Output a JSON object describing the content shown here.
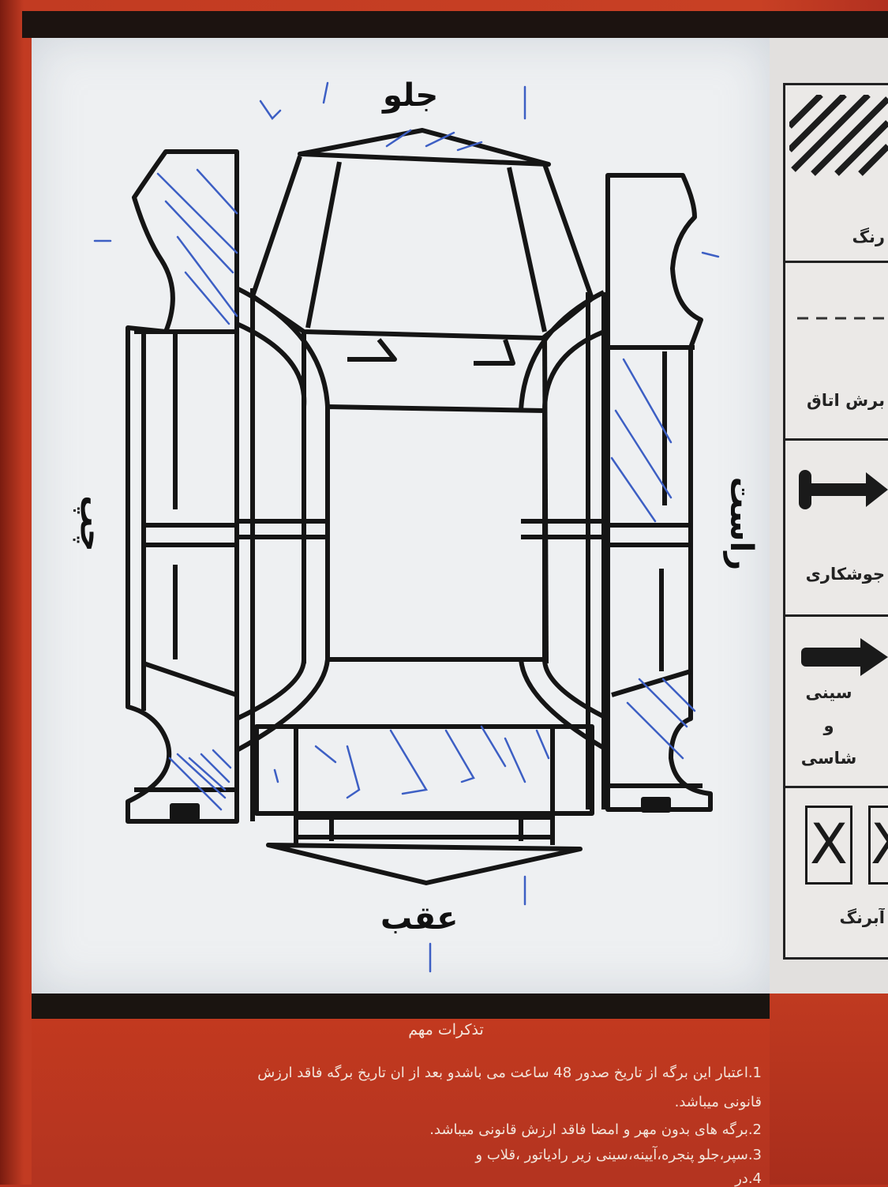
{
  "diagram": {
    "front_label": "جلو",
    "rear_label": "عقب",
    "left_label": "چپ",
    "right_label": "راست"
  },
  "legend": {
    "paint_label": "رنگ",
    "cut_label": "برش اتاق",
    "weld_label": "جوشکاری",
    "chassis_label_1": "سینی",
    "chassis_label_2": "و",
    "chassis_label_3": "شاسی",
    "dent_label": "آبرنگ",
    "mark_1": "X",
    "mark_2": "X"
  },
  "notes": {
    "title": "تذکرات مهم",
    "line_1": "1.اعتبار این برگه از تاریخ صدور 48 ساعت می باشدو بعد از ان تاریخ برگه فاقد ارزش",
    "line_2": "قانونی میباشد.",
    "line_3": "2.برگه های بدون مهر و امضا فاقد ارزش قانونی میباشد.",
    "line_4": "3.سپر،جلو پنجره،آیینه،سینی زیر رادیاتور ،قلاب و",
    "line_5": "4.در"
  },
  "colors": {
    "ink": "#3d5fc4",
    "border_red": "#c23b22",
    "outline": "#151515"
  }
}
